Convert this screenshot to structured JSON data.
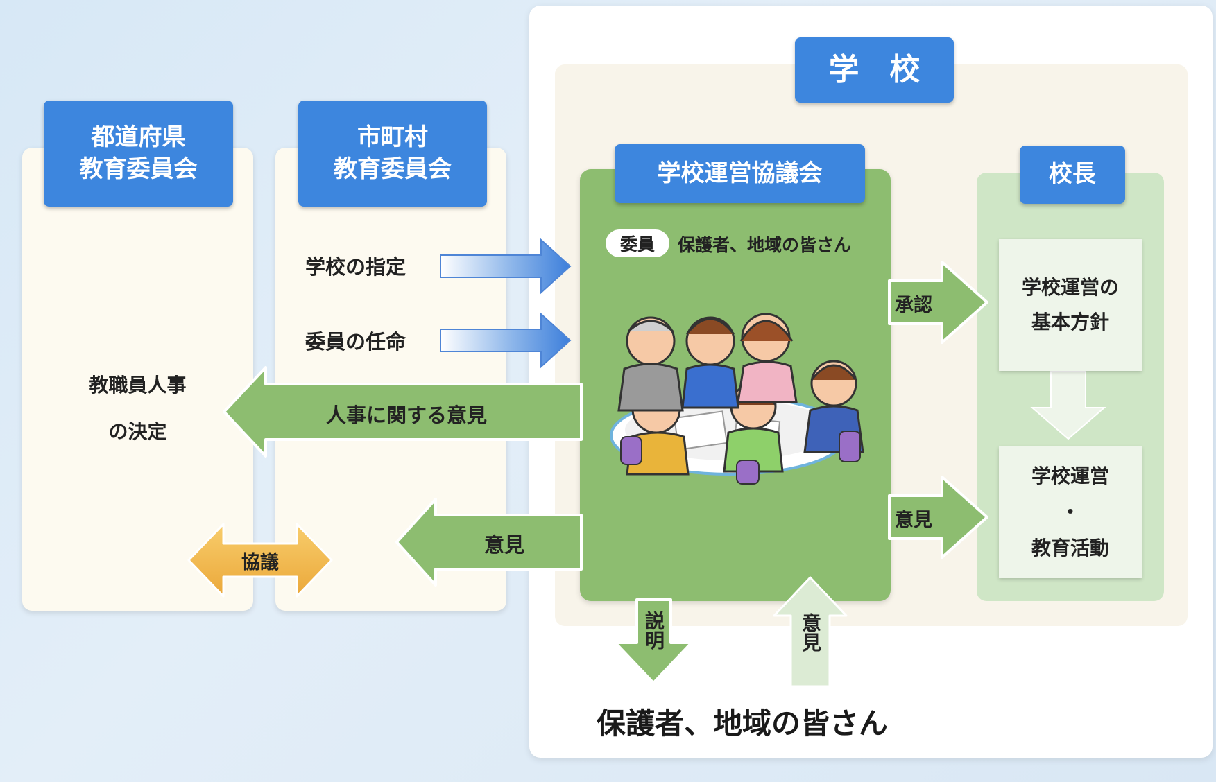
{
  "prefecture_board": {
    "title": "都道府県\n教育委員会",
    "body_line1": "教職員人事",
    "body_line2": "の決定"
  },
  "municipal_board": {
    "title": "市町村\n教育委員会",
    "action1": "学校の指定",
    "action2": "委員の任命"
  },
  "consultation_label": "協議",
  "school": {
    "title": "学　校"
  },
  "council": {
    "title": "学校運営協議会",
    "members_badge": "委員",
    "members_text": "保護者、地域の皆さん"
  },
  "principal": {
    "title": "校長",
    "box1_line1": "学校運営の",
    "box1_line2": "基本方針",
    "box2_line1": "学校運営",
    "box2_line2": "・",
    "box2_line3": "教育活動"
  },
  "arrows": {
    "personnel_opinion": "人事に関する意見",
    "opinion_to_municipal": "意見",
    "approval": "承認",
    "opinion_to_principal": "意見",
    "explanation": "説明",
    "opinion_from_community": "意見"
  },
  "community_label": "保護者、地域の皆さん"
}
